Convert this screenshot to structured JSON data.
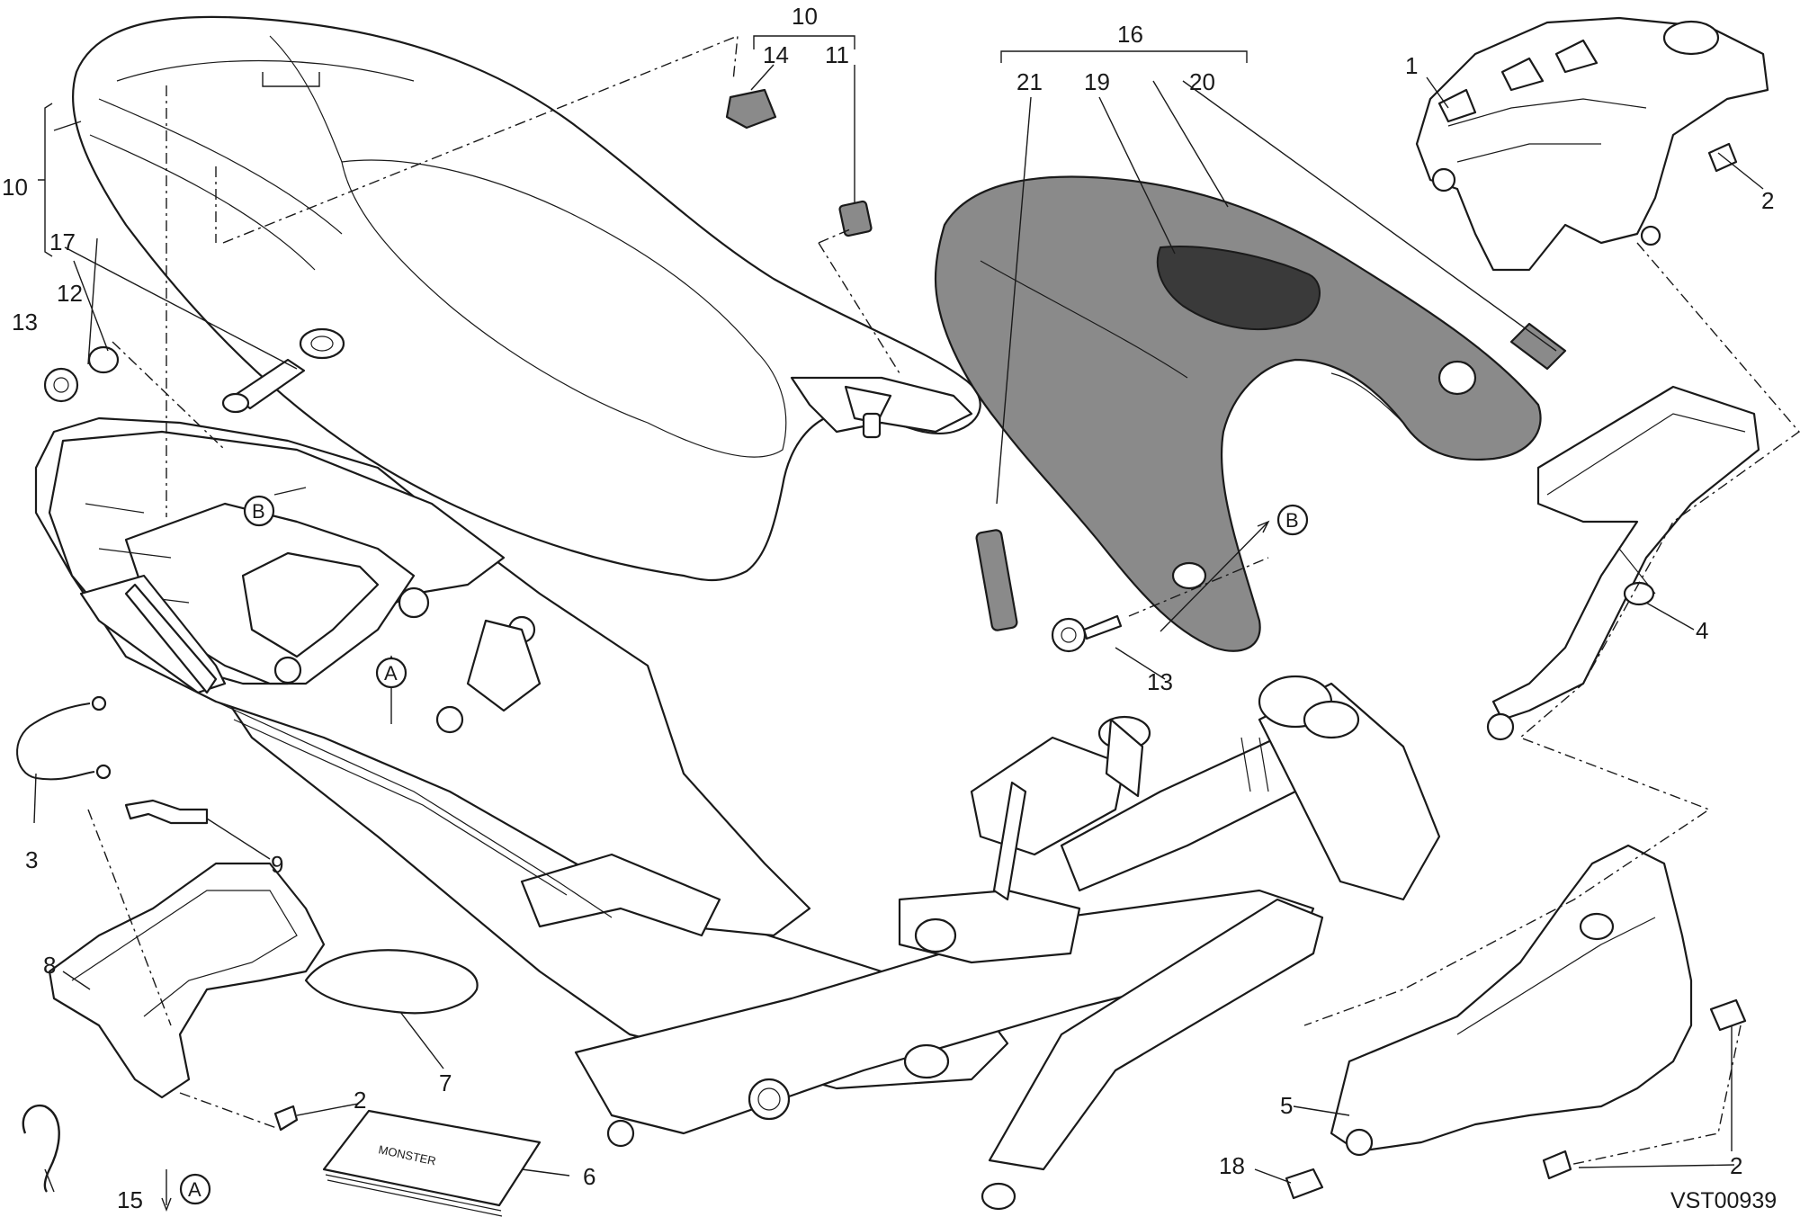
{
  "diagram": {
    "ref_code": "VST00939",
    "callouts": [
      "1",
      "2",
      "2",
      "2",
      "3",
      "4",
      "5",
      "6",
      "7",
      "8",
      "9",
      "10",
      "10",
      "11",
      "12",
      "13",
      "13",
      "14",
      "15",
      "16",
      "17",
      "18",
      "19",
      "20",
      "21"
    ],
    "markers": [
      "A",
      "A",
      "B",
      "B"
    ]
  }
}
